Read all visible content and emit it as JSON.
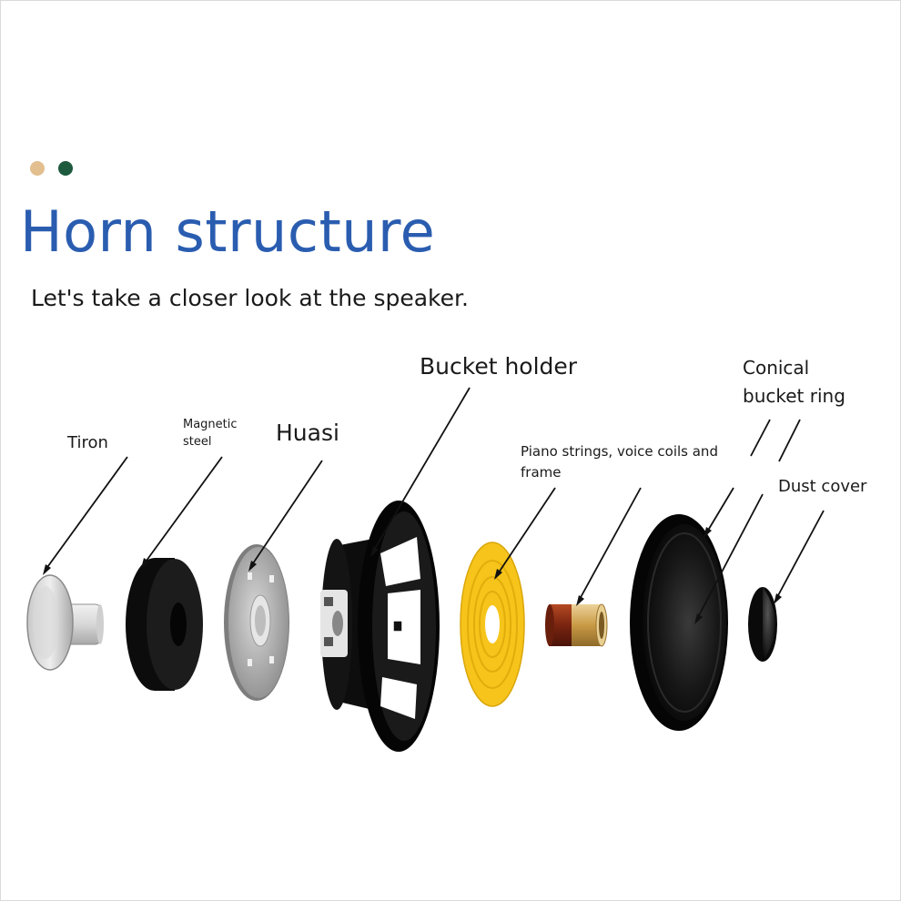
{
  "colors": {
    "dot_1": "#e3bf8f",
    "dot_2": "#1e5a3e",
    "title": "#2a5db0",
    "yellow_spider": "#f6c41a",
    "coil_copper": "#8e3216",
    "coil_gold": "#d6ae62"
  },
  "title": "Horn structure",
  "subtitle": "Let's take a closer look at the speaker.",
  "labels": {
    "tiron": "Tiron",
    "magnetic_line1": "Magnetic",
    "magnetic_line2": "steel",
    "huasi": "Huasi",
    "bucket_holder": "Bucket holder",
    "piano_line1": "Piano strings, voice coils and",
    "piano_line2": "frame",
    "conical_line1": "Conical",
    "conical_line2": "bucket ring",
    "dust_cover": "Dust cover"
  },
  "parts": [
    {
      "name": "Tiron",
      "icon": "t-yoke-icon"
    },
    {
      "name": "Magnetic steel",
      "icon": "ring-magnet-icon"
    },
    {
      "name": "Huasi",
      "icon": "washer-plate-icon"
    },
    {
      "name": "Bucket holder",
      "icon": "basket-frame-icon"
    },
    {
      "name": "Piano strings, voice coils and frame",
      "icon": "spider-and-coil-icon"
    },
    {
      "name": "Conical bucket ring",
      "icon": "cone-surround-icon"
    },
    {
      "name": "Dust cover",
      "icon": "dust-cap-icon"
    }
  ]
}
